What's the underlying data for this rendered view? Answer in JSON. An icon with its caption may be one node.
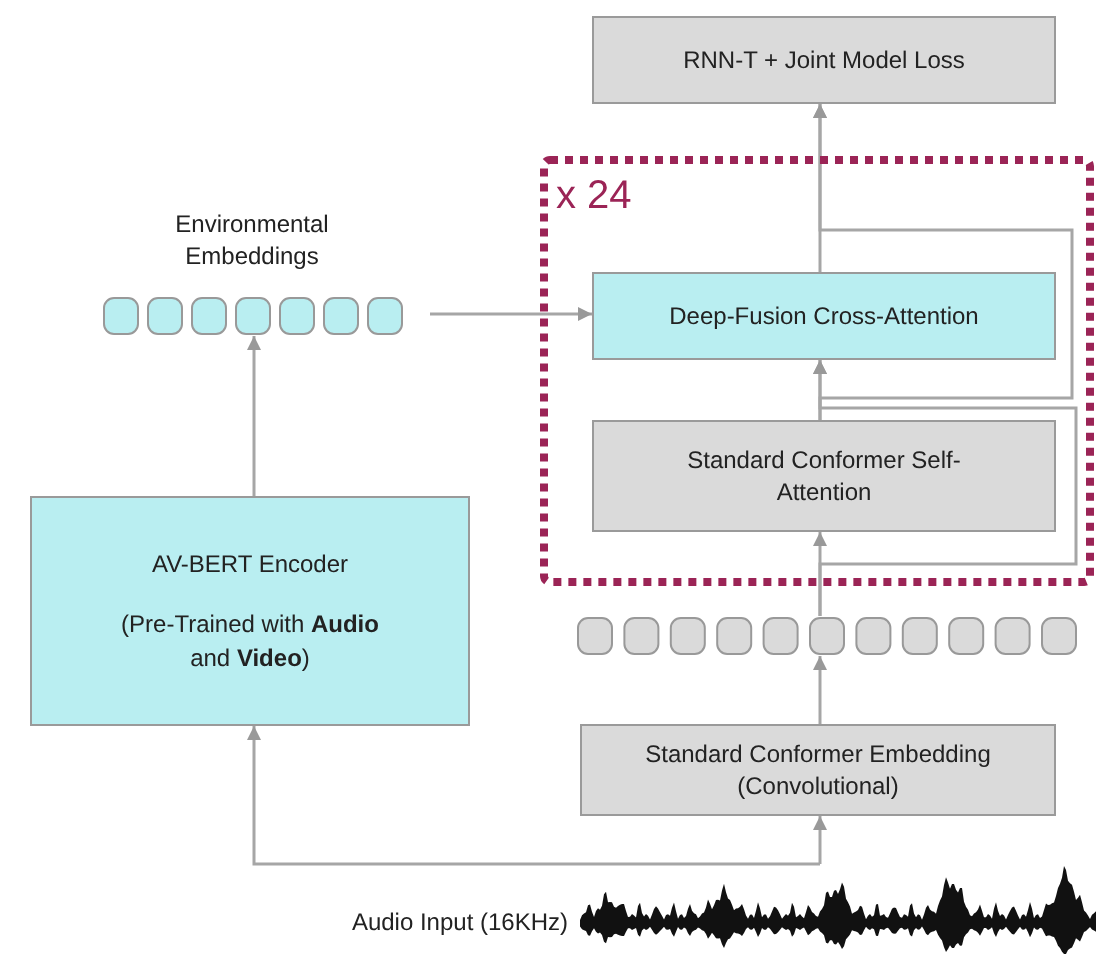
{
  "diagram": {
    "nodes": [
      {
        "text": [
          "RNN-T + Joint Model Loss"
        ]
      },
      {
        "text": [
          "x 24"
        ]
      },
      {
        "text": [
          "Environmental Embeddings"
        ]
      },
      {
        "text": [
          "Deep-Fusion Cross-Attention"
        ],
        "in": 1
      },
      {
        "text": [
          "Standard Conformer Self-Attention"
        ],
        "in": 1
      },
      {
        "text": [
          "AV-BERT Encoder",
          "(Pre-Trained with **Audio** and **Video**)"
        ]
      },
      {
        "text": [],
        "shape": "bar"
      },
      {
        "text": [
          "Standard Conformer Embedding (Convolutional)"
        ]
      },
      {
        "text": [],
        "shape": "picture",
        "beside": [
          "Audio Input (16KHz)"
        ]
      }
    ],
    "edges": [
      {
        "from": 8,
        "to": 7,
        "arrow": "to"
      },
      {
        "from": 8,
        "to": 5,
        "arrow": "to"
      },
      {
        "from": 7,
        "to": 6,
        "arrow": "to"
      },
      {
        "from": 6,
        "to": 4,
        "arrow": "to"
      },
      {
        "from": 6,
        "to": 3,
        "arrow": "to"
      },
      {
        "from": 4,
        "to": 3,
        "arrow": "to"
      },
      {
        "from": 4,
        "to": 0,
        "arrow": "to"
      },
      {
        "from": 3,
        "to": 0,
        "arrow": "to"
      },
      {
        "from": 5,
        "to": 2,
        "arrow": "to"
      },
      {
        "from": 2,
        "to": 3,
        "arrow": "to"
      }
    ]
  }
}
